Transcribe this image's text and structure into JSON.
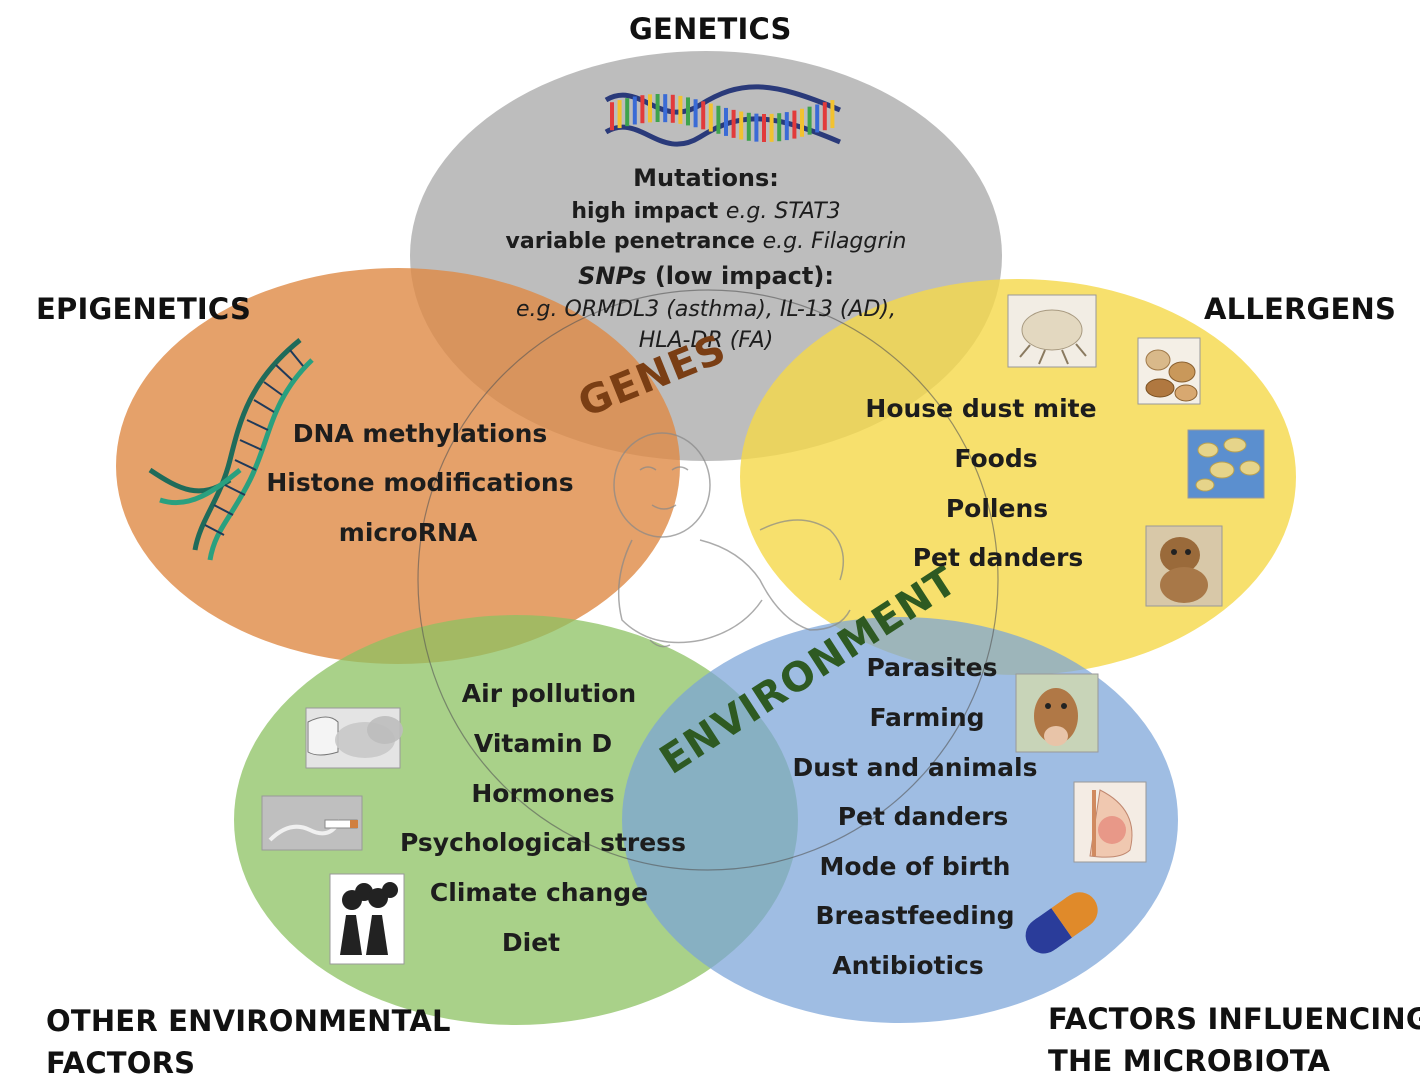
{
  "corners": {
    "genetics": "GENETICS",
    "epigenetics": "EPIGENETICS",
    "allergens": "ALLERGENS",
    "other_env_1": "OTHER ENVIRONMENTAL",
    "other_env_2": "FACTORS",
    "microbiota_1": "FACTORS INFLUENCING",
    "microbiota_2": "THE MICROBIOTA"
  },
  "center": {
    "genes": "GENES",
    "environment": "ENVIRONMENT"
  },
  "genetics": {
    "mutations": "Mutations:",
    "high_impact": "high impact",
    "high_impact_eg": "e.g. STAT3",
    "variable": "variable penetrance",
    "variable_eg": "e.g. Filaggrin",
    "snps": "SNPs",
    "snps_rest": "(low impact):",
    "eg_line1": "e.g. ORMDL3 (asthma), IL-13 (AD),",
    "eg_line2": "HLA-DR (FA)"
  },
  "epigenetics_items": [
    "DNA methylations",
    "Histone modifications",
    "microRNA"
  ],
  "allergen_items": [
    "House  dust mite",
    "Foods",
    "Pollens",
    "Pet danders"
  ],
  "other_env_items": [
    "Air pollution",
    "Vitamin D",
    "Hormones",
    "Psychological  stress",
    "Climate change",
    "Diet"
  ],
  "microbiota_items": [
    "Parasites",
    "Farming",
    "Dust and animals",
    "Pet danders",
    "Mode of birth",
    "Breastfeeding",
    "Antibiotics"
  ],
  "colors": {
    "genetics": "#b4b4b4",
    "epigenetics": "#e0924f",
    "allergens": "#f4d84c",
    "other_env": "#93c56b",
    "microbiota": "#7ea6d8",
    "genes_text": "#7a3e14",
    "environment_text": "#2e5a22"
  },
  "icons": [
    "dna-helix-icon",
    "dna-strand-icon",
    "dust-mite-icon",
    "nuts-icon",
    "pollen-icon",
    "dog-icon",
    "car-exhaust-icon",
    "cigarette-smoke-icon",
    "factory-icon",
    "cow-icon",
    "pregnancy-icon",
    "capsule-icon",
    "baby-sketch-icon"
  ]
}
